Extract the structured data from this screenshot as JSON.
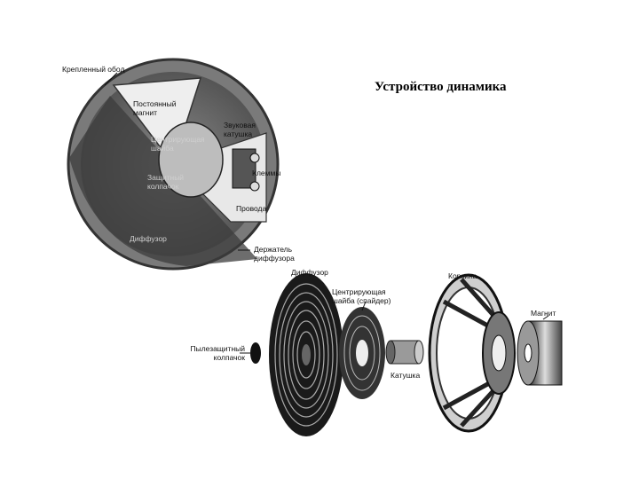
{
  "title": "Устройство динамика",
  "top_diagram": {
    "labels": {
      "rim": "Крепленный обод",
      "magnet": "Постоянный магнит",
      "voice_coil": "Звуковая катушка",
      "centering": "Центрирующая шайба",
      "clamp": "Клеммы",
      "dust_cap": "Защитный колпачок",
      "wires": "Проводa",
      "diffuser": "Диффузор",
      "holder": "Держатель диффузора"
    }
  },
  "bottom_diagram": {
    "labels": {
      "diffuser": "Диффузор",
      "spider": "Центрирующая шайба (спайдер)",
      "basket": "Корзина",
      "magnet": "Магнит",
      "dust_cap": "Пылезащитный колпачок",
      "coil": "Катушка"
    }
  }
}
